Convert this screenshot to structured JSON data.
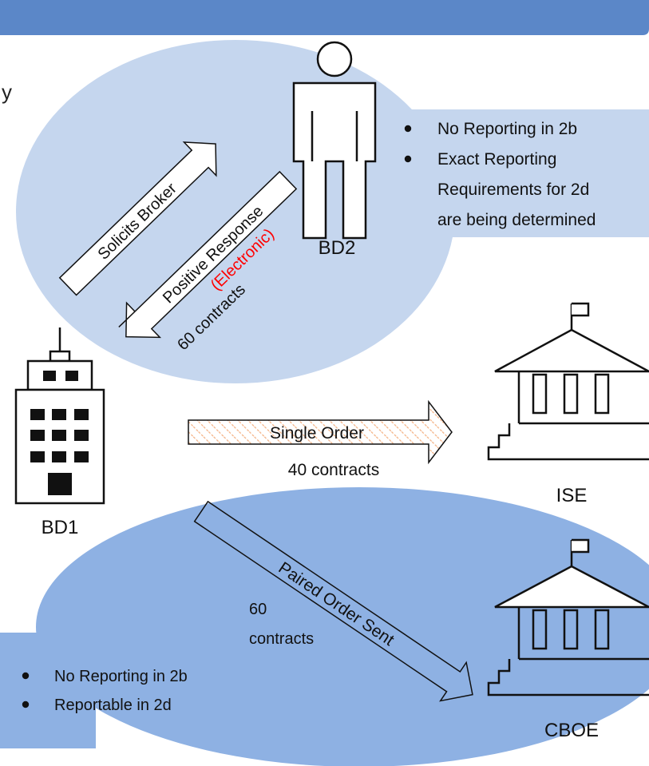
{
  "header": {
    "color": "#5b87c8"
  },
  "colors": {
    "bubble_top": "#c5d6ee",
    "bubble_bottom": "#8eb1e3",
    "accent_red": "#ff0000",
    "hatch": "#f4b183"
  },
  "actors": {
    "bd1": {
      "label": "BD1",
      "icon": "office-building-icon"
    },
    "bd2": {
      "label": "BD2",
      "icon": "person-icon"
    },
    "ise": {
      "label": "ISE",
      "icon": "exchange-building-icon"
    },
    "cboe": {
      "label": "CBOE",
      "icon": "exchange-building-icon"
    }
  },
  "arrows": {
    "solicits": {
      "label": "Solicits Broker"
    },
    "response": {
      "label": "Positive Response",
      "sublabel": "(Electronic)",
      "qty": "60 contracts"
    },
    "single": {
      "label": "Single Order",
      "qty": "40 contracts"
    },
    "paired": {
      "label": "Paired Order Sent",
      "qty_line1": "60",
      "qty_line2": "contracts"
    }
  },
  "notes": {
    "top": {
      "line1": "No Reporting in 2b",
      "line2": "Exact Reporting",
      "line3": "Requirements for 2d",
      "line4": "are being determined"
    },
    "bottom": {
      "line1": "No Reporting in 2b",
      "line2": "Reportable in 2d"
    }
  },
  "fragments": {
    "left_glyph": "y"
  }
}
